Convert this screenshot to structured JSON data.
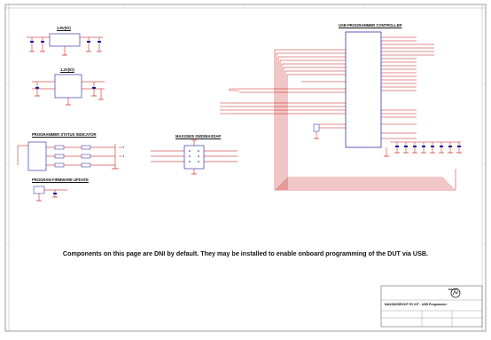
{
  "sections": {
    "reg_12": "1.8V(IO)",
    "reg_18": "1.2V(IO)",
    "usb_ctrl": "USB PROGRAMMER CONTROLLER",
    "status": "PROGRAMMER STATUS INDICATOR",
    "swd": "MAX32625 SWD/MAXDAP",
    "fw_update": "PROGRAM FIRMWARE UPDATE"
  },
  "note": "Components on this page are DNI by default. They may be installed to enable onboard programming of the DUT via USB.",
  "title_block": {
    "line1": "MAX32625EVKIT EV KIT - USB Programmer",
    "logo": "MAXIM"
  },
  "colors": {
    "wire": "#c00000",
    "component": "#1a1aa0",
    "text": "#111111",
    "border": "#555555"
  }
}
